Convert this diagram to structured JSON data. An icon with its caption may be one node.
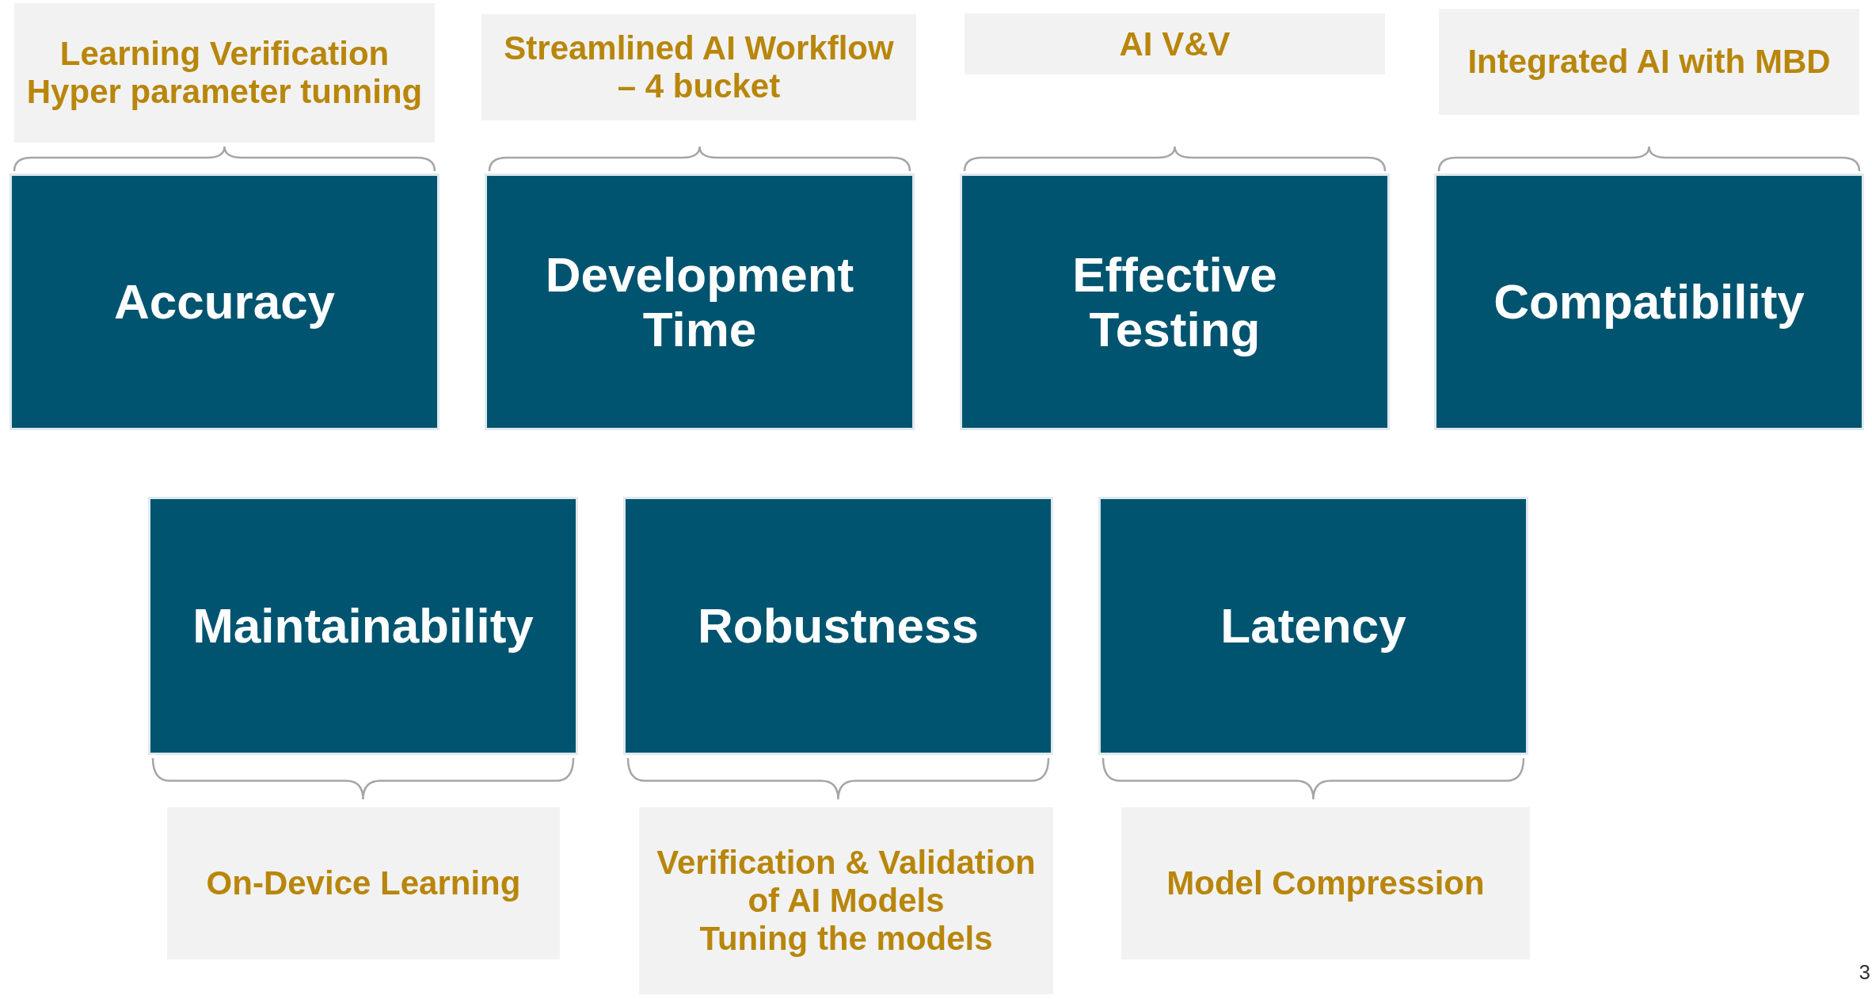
{
  "diagram": {
    "nodes": [
      {
        "text": [
          "Learning Verification",
          "Hyper parameter tunning"
        ]
      },
      {
        "text": [
          "Streamlined AI Workflow – 4 bucket"
        ]
      },
      {
        "text": [
          "AI V&V"
        ]
      },
      {
        "text": [
          "Integrated AI with MBD"
        ]
      },
      {
        "text": [
          "Accuracy"
        ]
      },
      {
        "text": [
          "Development Time"
        ]
      },
      {
        "text": [
          "Effective Testing"
        ]
      },
      {
        "text": [
          "Compatibility"
        ]
      },
      {
        "text": [
          "Maintainability"
        ]
      },
      {
        "text": [
          "Robustness"
        ]
      },
      {
        "text": [
          "Latency"
        ]
      },
      {
        "text": [
          "On-Device Learning"
        ]
      },
      {
        "text": [
          "Verification & Validation of AI Models",
          "Tuning the models"
        ]
      },
      {
        "text": [
          "Model Compression"
        ]
      }
    ],
    "labels": [
      "3"
    ]
  }
}
